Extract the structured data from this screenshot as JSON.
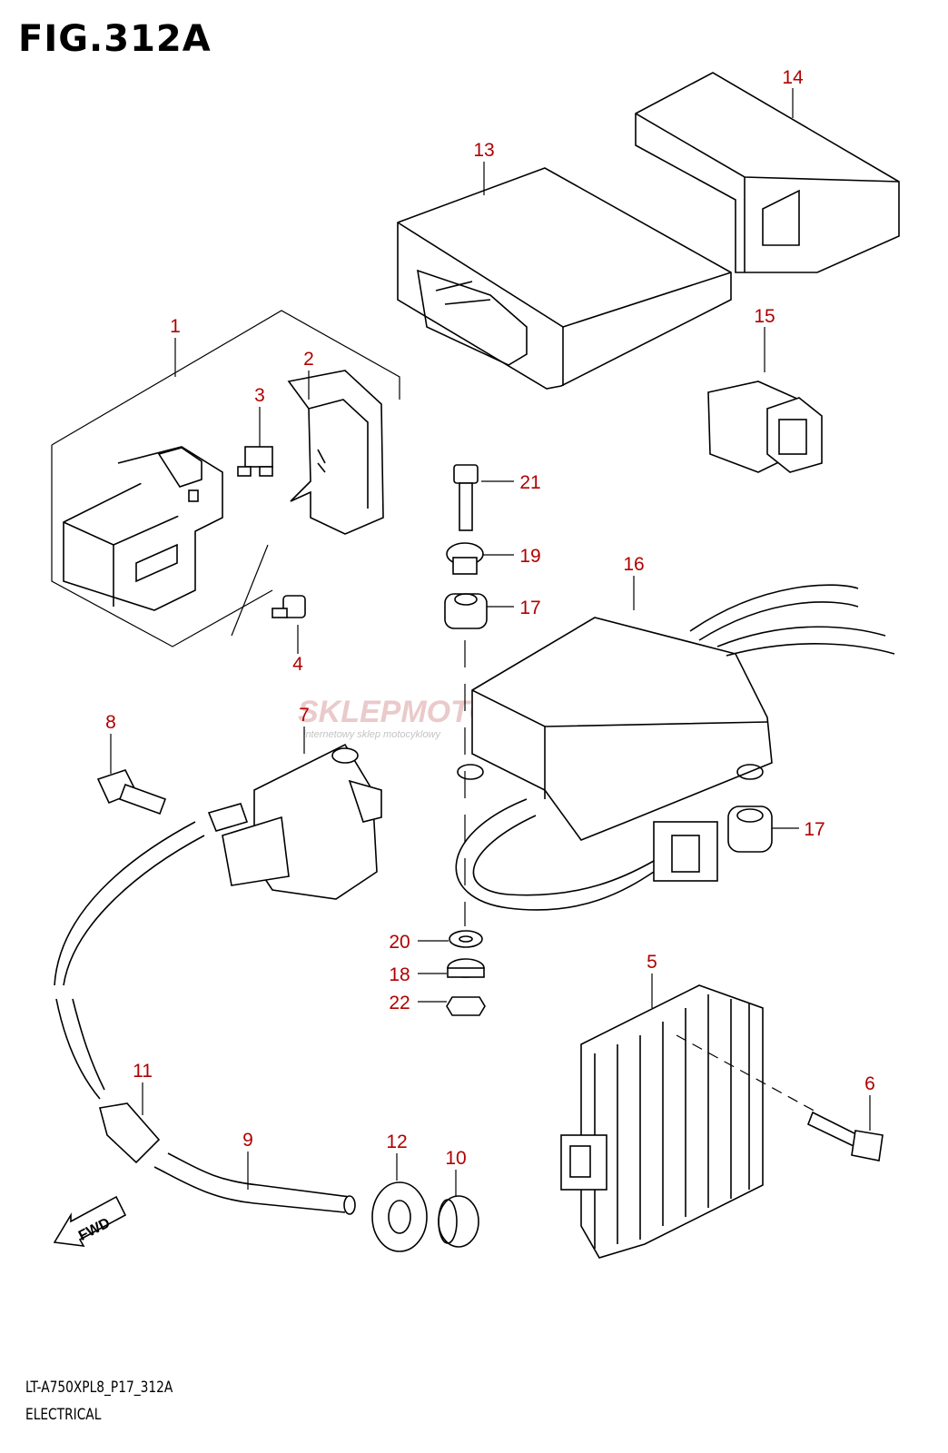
{
  "figure": {
    "title": "FIG.312A",
    "model_code": "LT-A750XPL8_P17_312A",
    "section_name": "ELECTRICAL"
  },
  "watermark": {
    "brand": "SKLEPMOTO46.PL",
    "tagline": "internetowy sklep motocyklowy"
  },
  "arrow_label": "FWD",
  "part_numbers": [
    "1",
    "2",
    "3",
    "4",
    "5",
    "6",
    "7",
    "8",
    "9",
    "10",
    "11",
    "12",
    "13",
    "14",
    "15",
    "16",
    "17",
    "17",
    "18",
    "19",
    "20",
    "21",
    "22"
  ],
  "colors": {
    "label": "#b00000",
    "line": "#000000",
    "background": "#ffffff"
  }
}
